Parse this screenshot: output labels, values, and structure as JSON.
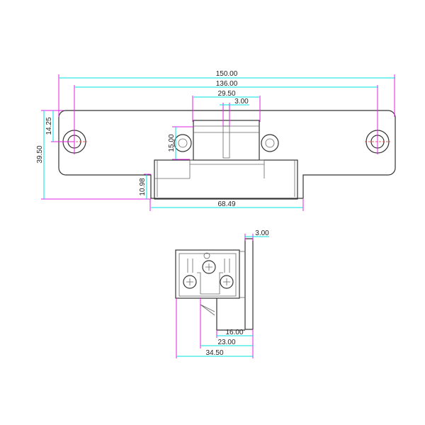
{
  "top_view": {
    "dimensions": {
      "overall_length": "150.00",
      "hole_spacing": "136.00",
      "keeper_width": "29.50",
      "slot_width": "3.00",
      "hole_height": "14.25",
      "overall_height": "39.50",
      "keeper_height": "15.00",
      "body_projection": "10.98",
      "body_width": "68.49"
    }
  },
  "side_view": {
    "dimensions": {
      "plate_thickness": "3.00",
      "lip_depth": "16.00",
      "step_depth": "23.00",
      "overall_depth": "34.50"
    }
  },
  "colors": {
    "dimension": "#00e0e0",
    "extension": "#e020e0",
    "centerline": "#ff2020",
    "outline": "#333333"
  }
}
